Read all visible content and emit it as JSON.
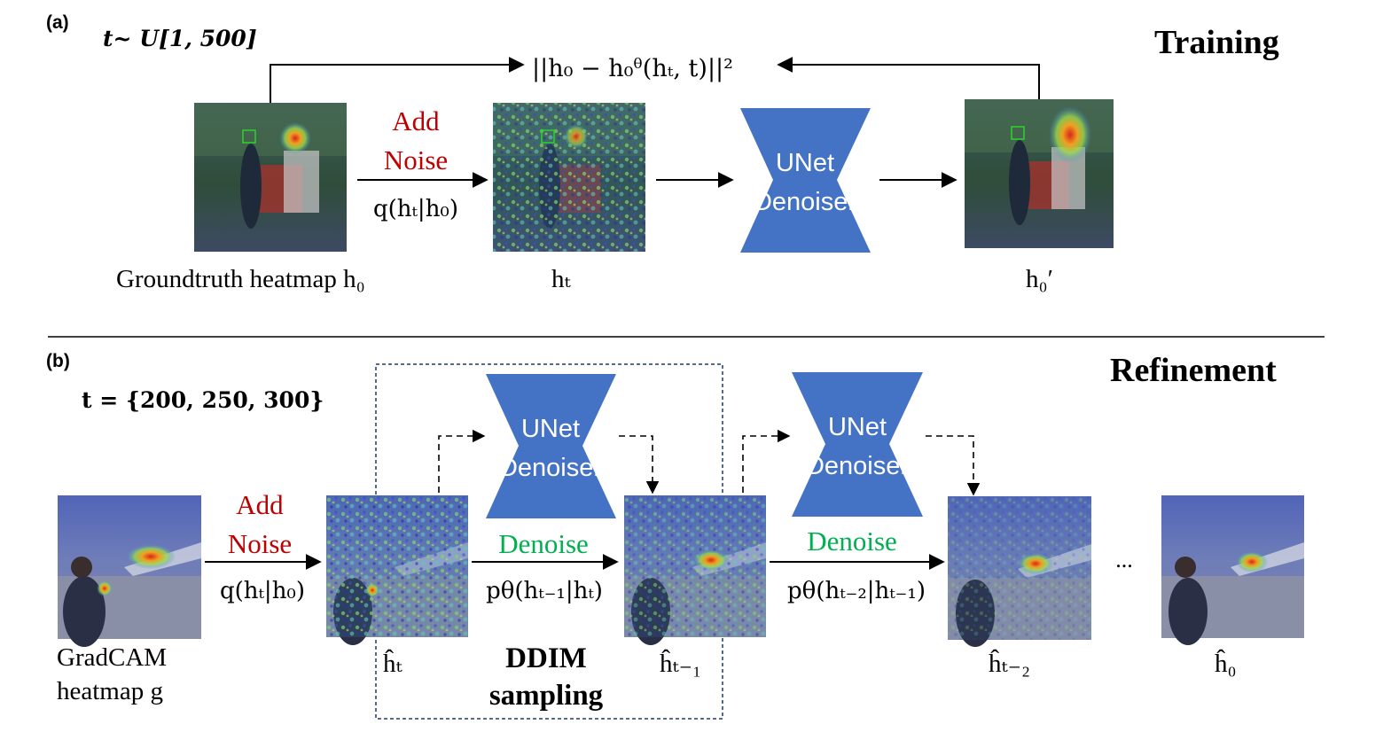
{
  "panel_a": {
    "tag": "(a)",
    "schedule": "t~ U[1, 500]",
    "section_title": "Training",
    "loss": "||h₀ − h₀ᶿ(hₜ, t)||²",
    "add_noise_line1": "Add",
    "add_noise_line2": "Noise",
    "forward_q": "q(hₜ|h₀)",
    "unet_line1": "UNet",
    "unet_line2": "Denoiser",
    "caption_gt": "Groundtruth heatmap h₀",
    "caption_ht": "hₜ",
    "caption_h0p": "h₀′"
  },
  "panel_b": {
    "tag": "(b)",
    "schedule": "t = {200, 250, 300}",
    "section_title": "Refinement",
    "add_noise_line1": "Add",
    "add_noise_line2": "Noise",
    "forward_q": "q(hₜ|h₀)",
    "unet1_line1": "UNet",
    "unet1_line2": "Denoiser",
    "unet2_line1": "UNet",
    "unet2_line2": "Denoiser",
    "denoise1": "Denoise",
    "denoise2": "Denoise",
    "p1": "pθ(hₜ₋₁|hₜ)",
    "p2": "pθ(hₜ₋₂|hₜ₋₁)",
    "ddim_line1": "DDIM",
    "ddim_line2": "sampling",
    "caption_gradcam_line1": "GradCAM",
    "caption_gradcam_line2": "heatmap g",
    "caption_ht": "ĥₜ",
    "caption_ht1": "ĥₜ₋₁",
    "caption_ht2": "ĥₜ₋₂",
    "caption_h0": "ĥ₀",
    "ellipsis": "..."
  },
  "colors": {
    "unet_fill": "#4472C4",
    "add_noise_text": "#C00000",
    "denoise_text": "#00B050",
    "dashed_box": "#1F3864"
  }
}
